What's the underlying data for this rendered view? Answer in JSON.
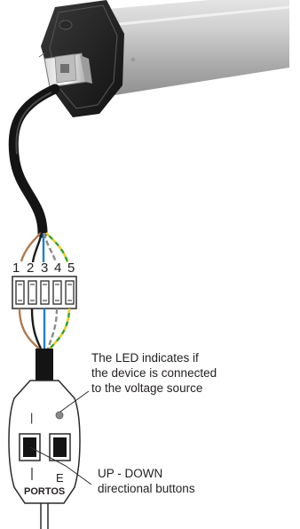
{
  "terminal_labels": [
    "1",
    "2",
    "3",
    "4",
    "5"
  ],
  "led_callout": {
    "line1": "The LED indicates if",
    "line2": "the device is connected",
    "line3": "to the voltage source"
  },
  "buttons_callout": {
    "line1": "UP - DOWN",
    "line2": "directional buttons"
  },
  "control_box": {
    "button_mark_left": "|",
    "button_mark_right": "E",
    "brand": "PORTOS"
  },
  "wire_colors": {
    "brown": "#b07a4f",
    "black": "#1a1a1a",
    "blue": "#1f7fd1",
    "grey": "#8c8c8c",
    "green_yellow_a": "#2e9e2e",
    "green_yellow_b": "#f0d020"
  }
}
